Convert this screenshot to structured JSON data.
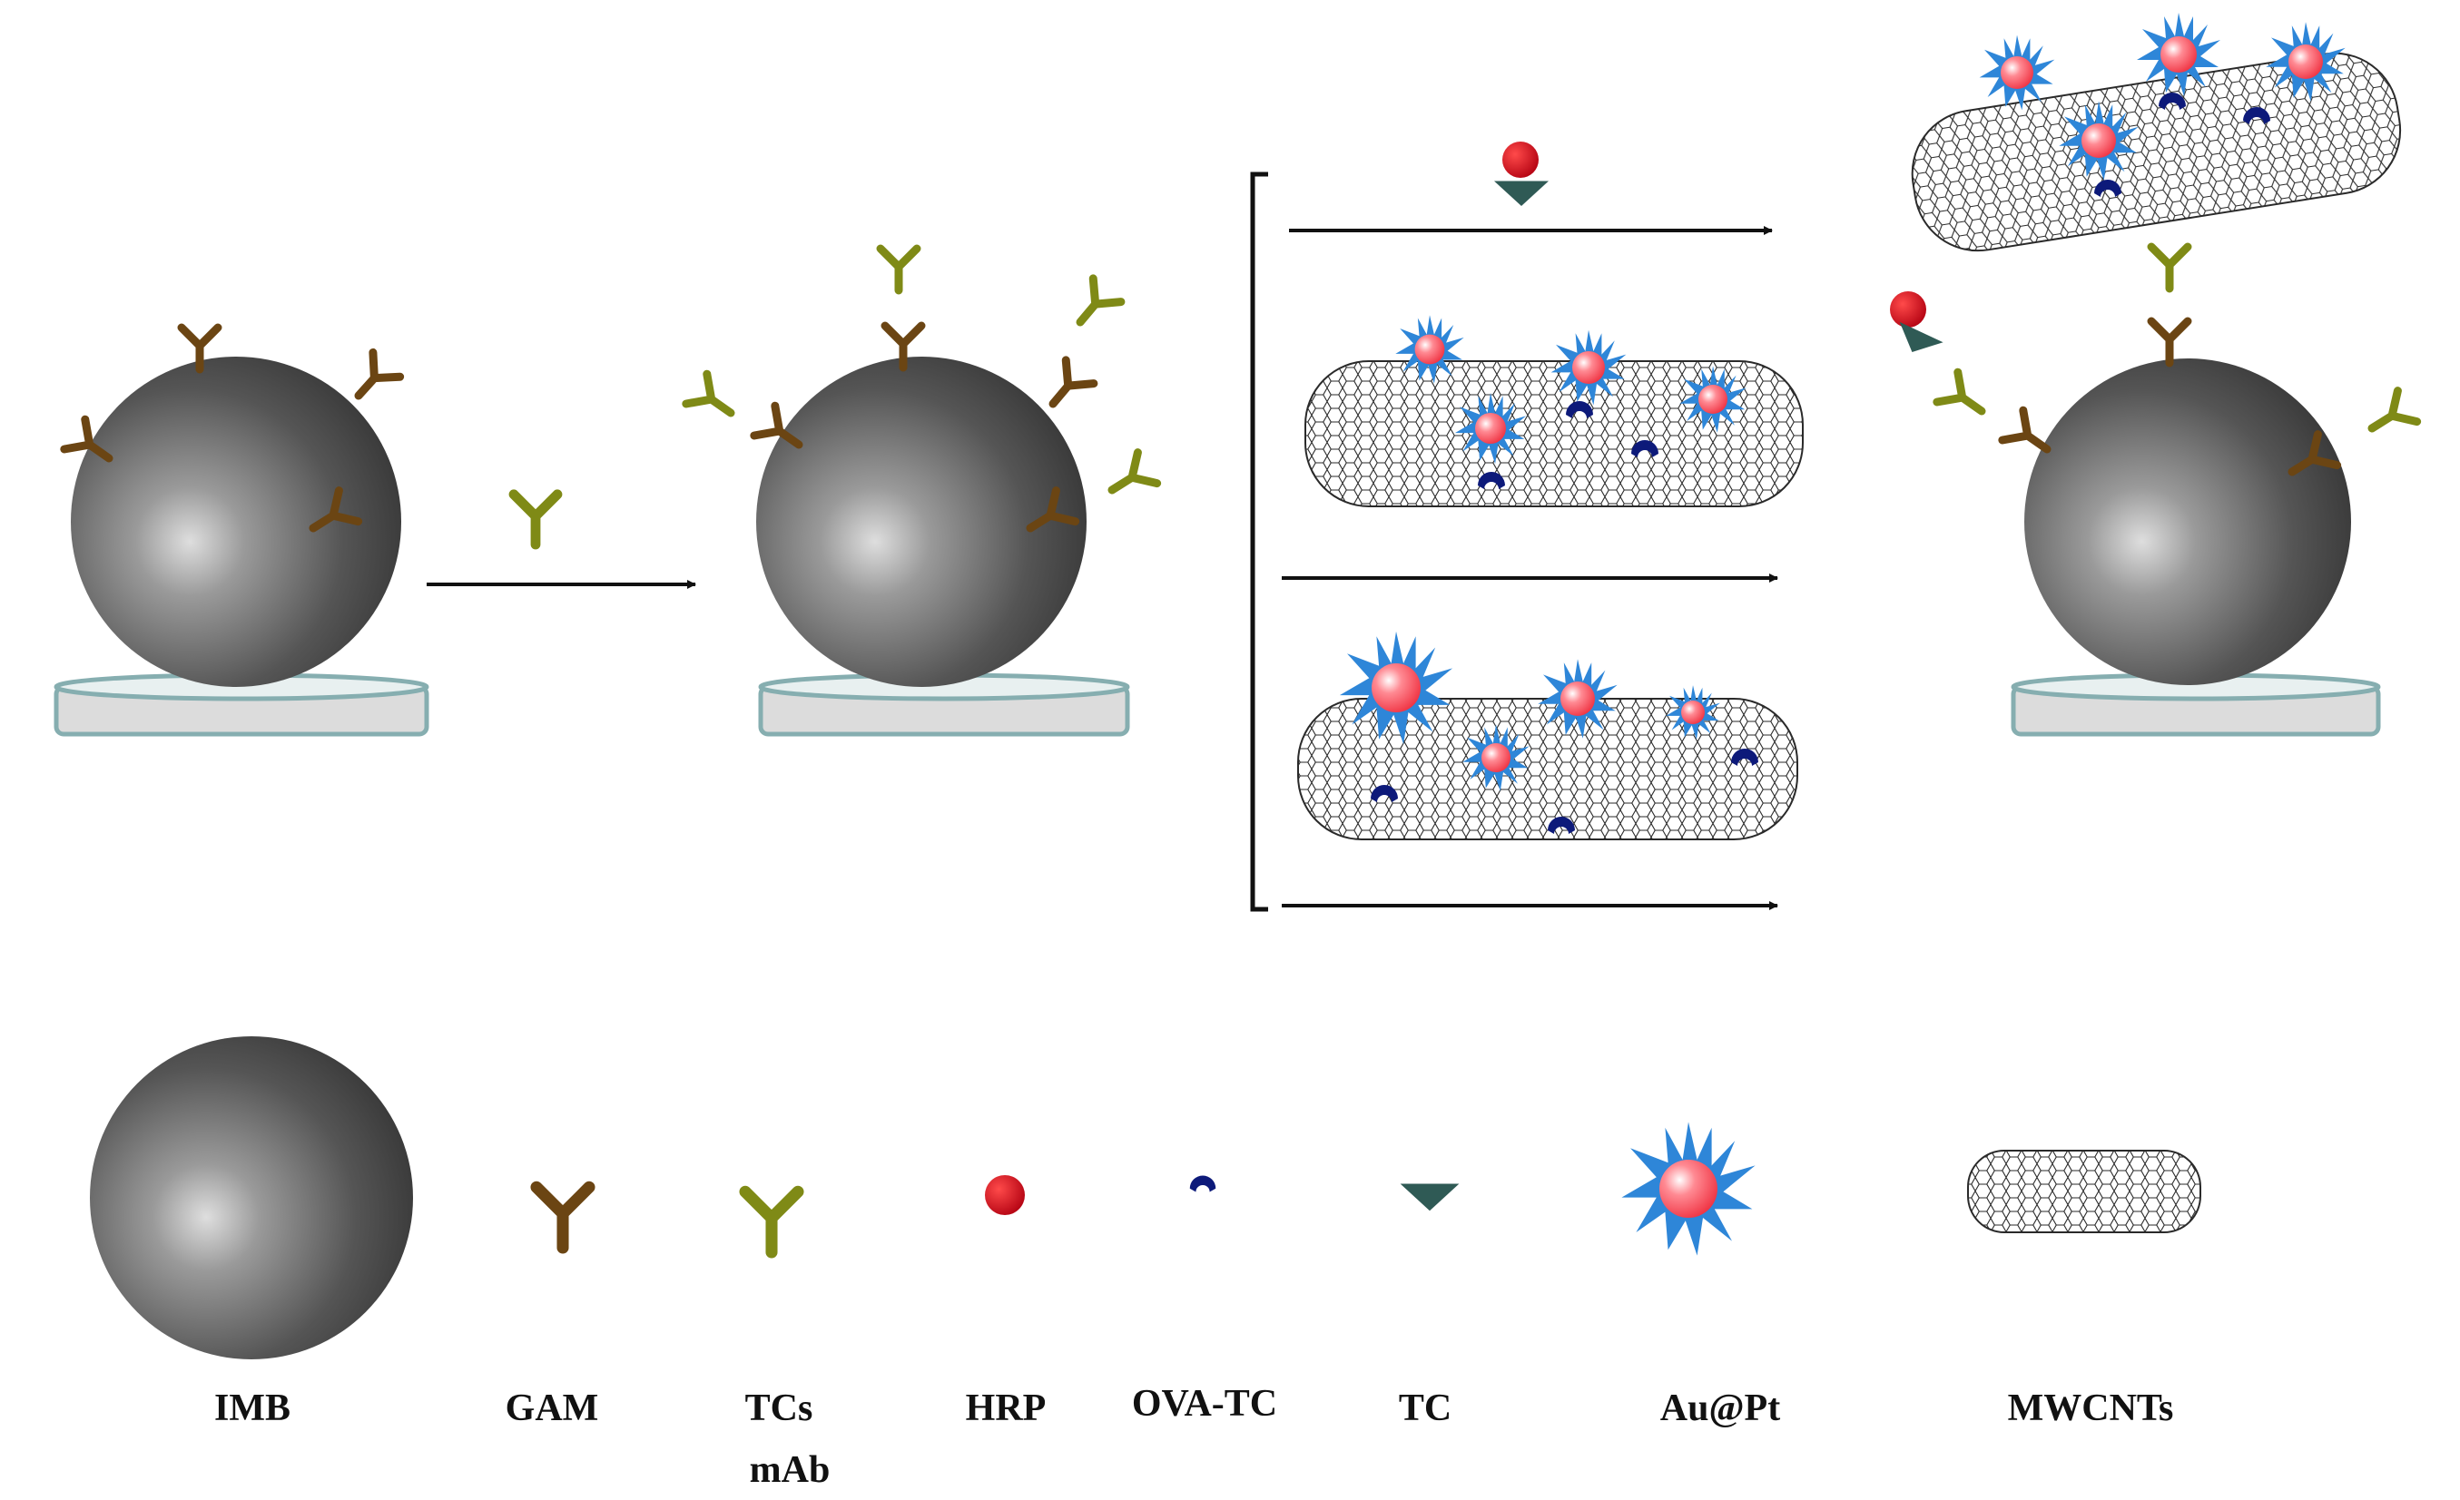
{
  "legend": {
    "imb": "IMB",
    "gam": "GAM",
    "tcs_mab_line1": "TCs",
    "tcs_mab_line2": "mAb",
    "hrp": "HRP",
    "ova_tc": "OVA-TC",
    "tc": "TC",
    "au_pt": "Au@Pt",
    "mwcnts": "MWCNTs"
  },
  "colors": {
    "gam_antibody": "#6b4513",
    "tcs_antibody": "#7f8a16",
    "hrp": "#c00010",
    "ova_tc": "#0d1a7a",
    "tc": "#2f5a55",
    "au_pt_spikes": "#2e86d8",
    "au_pt_core": "#ff5f6d",
    "bead": "#505050",
    "plate": "#dcdcdc",
    "plate_edge": "#86aeb0"
  }
}
